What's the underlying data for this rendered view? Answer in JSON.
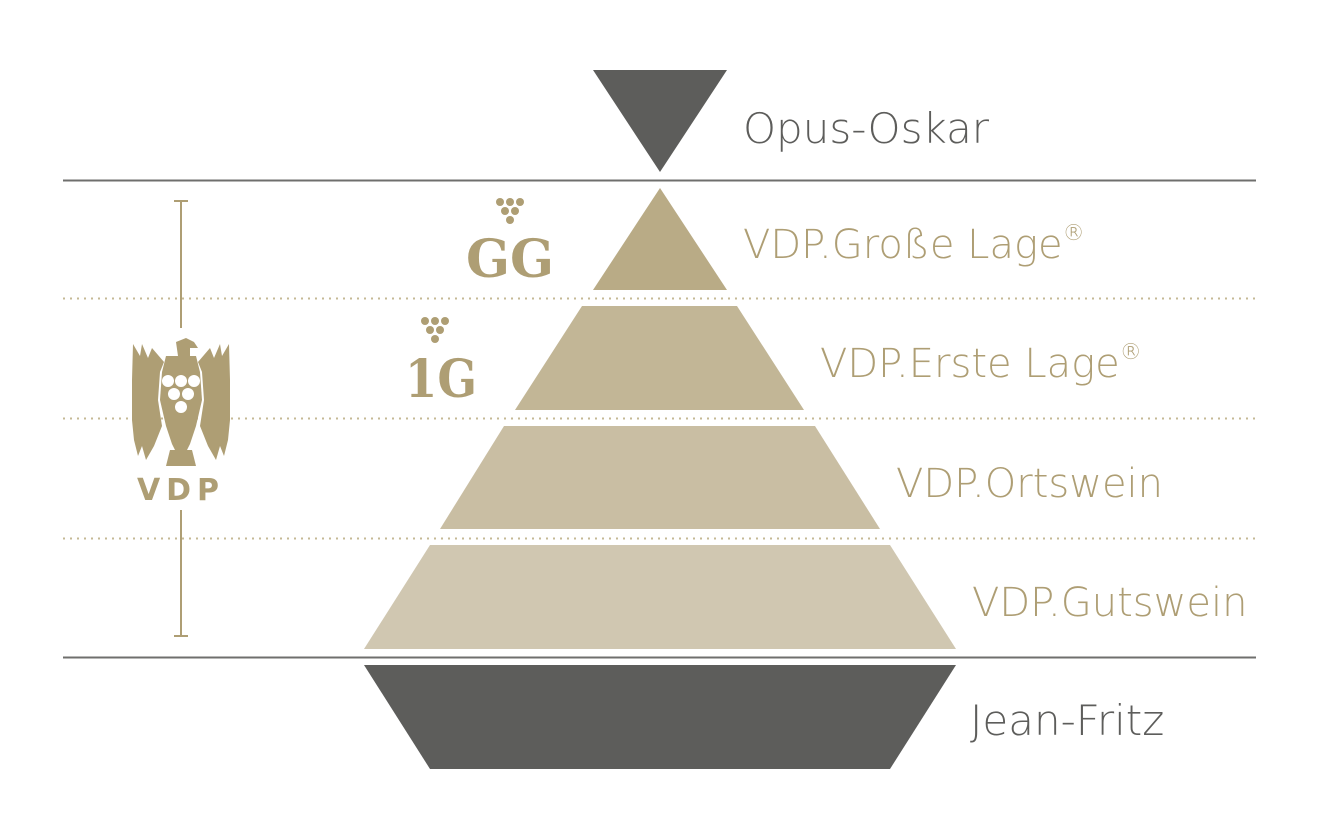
{
  "top_label": "Opus-Oskar",
  "bottom_label": "Jean-Fritz",
  "tiers": [
    {
      "label": "VDP.Große Lage",
      "mark": "®",
      "badge": "GG"
    },
    {
      "label": "VDP.Erste Lage",
      "mark": "®",
      "badge": "1G"
    },
    {
      "label": "VDP.Ortswein",
      "mark": "",
      "badge": ""
    },
    {
      "label": "VDP.Gutswein",
      "mark": "",
      "badge": ""
    }
  ],
  "emblem": {
    "text": "VDP",
    "icon": "eagle-with-grapes-icon"
  },
  "colors": {
    "dark": "#5d5d5b",
    "gold": "#ae9e74",
    "tier1": "#b9ab86",
    "tier2": "#c2b696",
    "tier3": "#c9bea3",
    "tier4": "#d0c7b1",
    "rule": "#6f6f6d",
    "dotted": "#c5b995"
  }
}
